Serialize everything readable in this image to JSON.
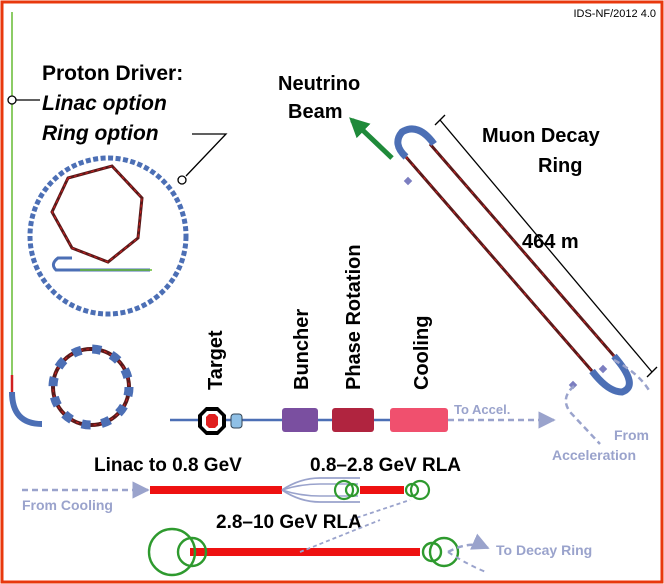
{
  "colors": {
    "frame": "#e8380d",
    "ring_blue": "#4c6fb5",
    "lattice_dark": "#5a1a1a",
    "lattice_red": "#d02020",
    "linac_green": "#66bb33",
    "neutrino_green": "#1f8a3a",
    "buncher": "#7a4fa0",
    "phase_rotation": "#b0243f",
    "cooling": "#f0506e",
    "target": "#e02020",
    "rla_red": "#ee1111",
    "arc_green": "#2e9a2e",
    "faint": "#9aa3cc"
  },
  "diagram": {
    "id_tag": "IDS-NF/2012 4.0",
    "proton_driver": {
      "title": "Proton Driver:",
      "linac_option": "Linac option",
      "ring_option": "Ring option"
    },
    "neutrino_beam": [
      "Neutrino",
      "Beam"
    ],
    "muon_decay_ring": [
      "Muon Decay",
      "Ring"
    ],
    "decay_ring_length": "464 m",
    "front_end": {
      "target": "Target",
      "buncher": "Buncher",
      "phase_rotation": "Phase Rotation",
      "cooling": "Cooling"
    },
    "to_accel": "To Accel.",
    "from_acceleration": [
      "From",
      "Acceleration"
    ],
    "linac_label": "Linac to 0.8 GeV",
    "rla1_label": "0.8–2.8 GeV RLA",
    "from_cooling": "From Cooling",
    "rla2_label": "2.8–10 GeV RLA",
    "to_decay_ring": "To Decay Ring"
  }
}
